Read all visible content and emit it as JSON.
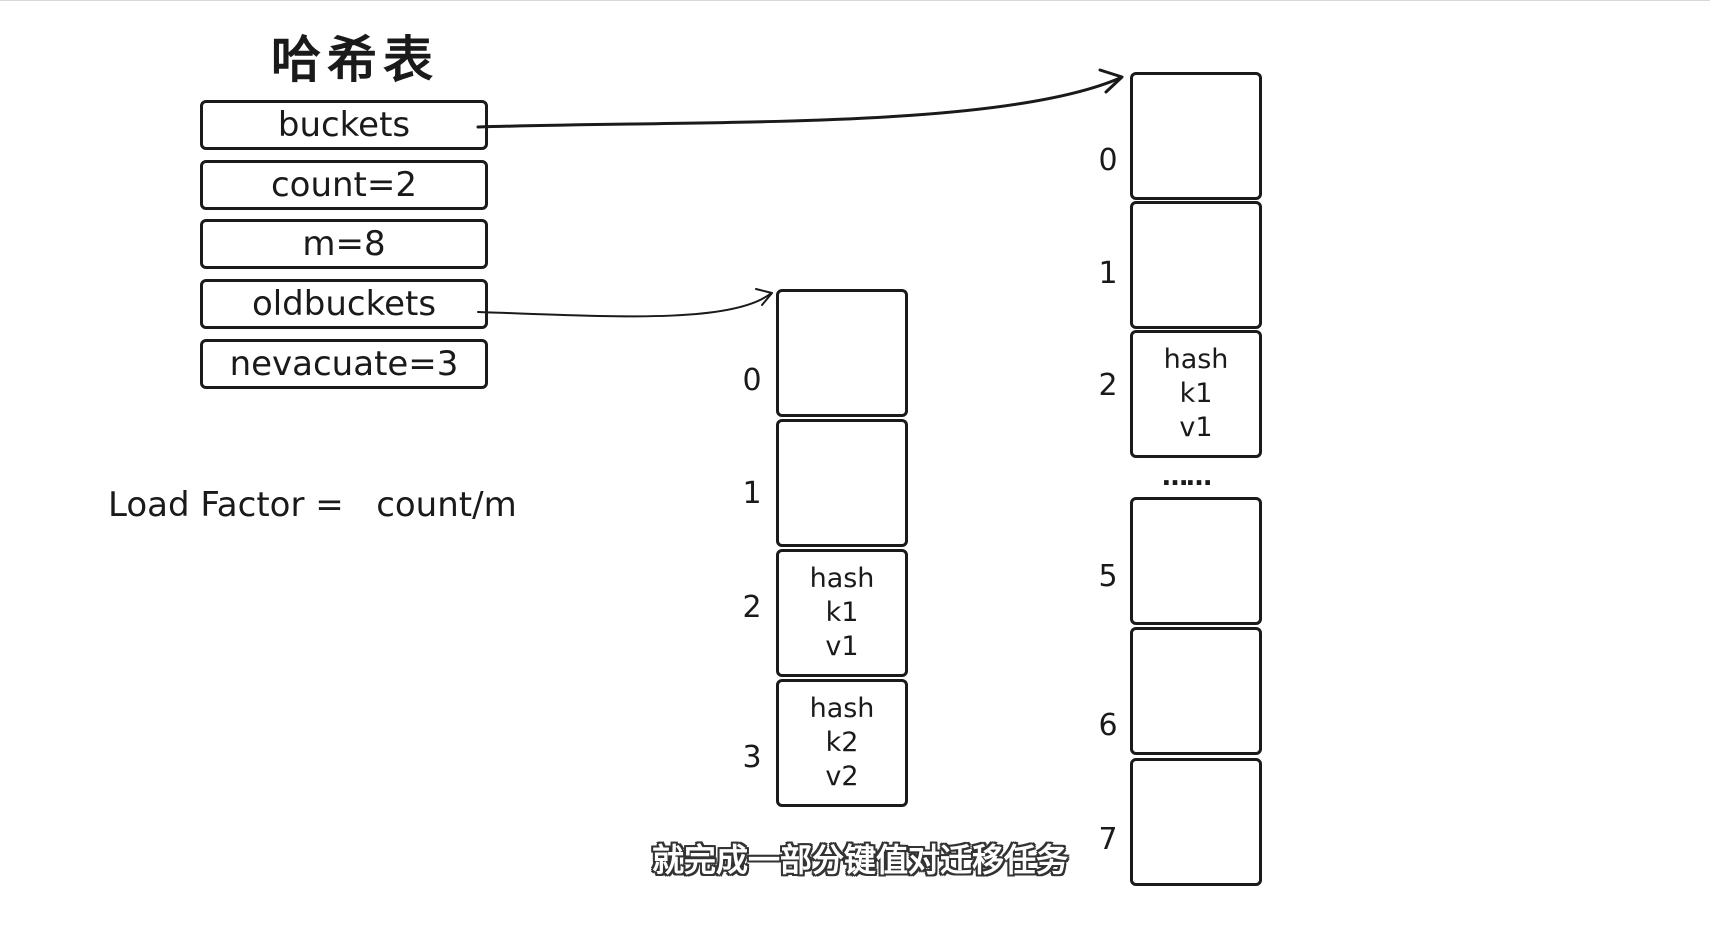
{
  "title": "哈希表",
  "fields": [
    "buckets",
    "count=2",
    "m=8",
    "oldbuckets",
    "nevacuate=3"
  ],
  "formula": {
    "left": "Load Factor =",
    "right": "count/m"
  },
  "old_buckets": {
    "indices": [
      "0",
      "1",
      "2",
      "3"
    ],
    "cells": [
      [],
      [],
      [
        "hash",
        "k1",
        "v1"
      ],
      [
        "hash",
        "k2",
        "v2"
      ]
    ]
  },
  "new_buckets": {
    "indices": [
      "0",
      "1",
      "2",
      "5",
      "6",
      "7"
    ],
    "cells": [
      [],
      [],
      [
        "hash",
        "k1",
        "v1"
      ],
      [],
      [],
      []
    ],
    "ellipsis": "……"
  },
  "subtitle": "就完成一部分键值对迁移任务",
  "colors": {
    "stroke": "#1a1a1a",
    "background": "#ffffff"
  }
}
